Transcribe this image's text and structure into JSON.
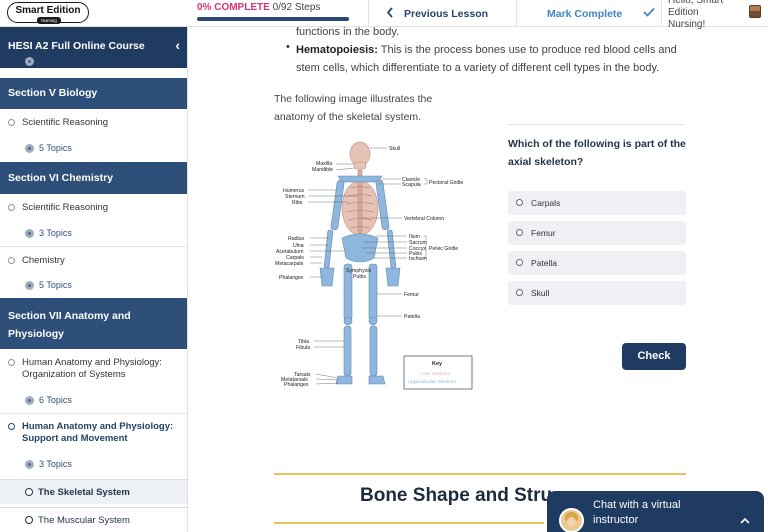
{
  "header": {
    "logo_title": "Smart Edition",
    "logo_sub": "Nursing",
    "progress_pct": "0% COMPLETE",
    "progress_steps": "0/92 Steps",
    "progress_value": 0,
    "prev_lesson": "Previous Lesson",
    "mark_complete": "Mark Complete",
    "greeting": "Hello, Smart Edition Nursing!"
  },
  "sidebar": {
    "course_title": "HESI A2 Full Online Course",
    "sections": [
      {
        "title": "Section V Biology",
        "lessons": [
          {
            "label": "Scientific Reasoning",
            "topics": "5 Topics"
          }
        ]
      },
      {
        "title": "Section VI Chemistry",
        "lessons": [
          {
            "label": "Scientific Reasoning",
            "topics": "3 Topics"
          },
          {
            "label": "Chemistry",
            "topics": "5 Topics"
          }
        ]
      },
      {
        "title": "Section VII Anatomy and Physiology",
        "lessons": [
          {
            "label": "Human Anatomy and Physiology: Organization of Systems",
            "topics": "6 Topics"
          },
          {
            "label": "Human Anatomy and Physiology: Support and Movement",
            "topics": "3 Topics"
          }
        ]
      }
    ],
    "subtopics": [
      {
        "label": "The Skeletal System"
      },
      {
        "label": "The Muscular System"
      }
    ]
  },
  "main": {
    "line1": "functions in the body.",
    "hema_label": "Hematopoiesis:",
    "hema_text_1": " This is the process bones use to produce red blood cells and",
    "hema_text_2": "stem cells, which differentiate to a variety of different cell types in the body.",
    "intro_1": "The following image illustrates the",
    "intro_2": "anatomy of the skeletal system.",
    "figure_labels": {
      "skull": "Skull",
      "maxilla": "Maxilla",
      "mandible": "Mandible",
      "clavicle": "Clavicle",
      "scapula": "Scapula",
      "pectoral": "Pectoral Girdle",
      "humerus": "Humerus",
      "sternum": "Sternum",
      "ribs": "Ribs",
      "vertebral": "Vertebral Column",
      "radius": "Radius",
      "ulna": "Ulna",
      "acetabulum": "Acetabulum",
      "carpals": "Carpals",
      "metacarpals": "Metacarpals",
      "phalanges_hand": "Phalanges",
      "ilium": "Ilium",
      "sacrum": "Sacrum",
      "coccyx": "Coccyx",
      "pubis": "Pubis",
      "ischium": "Ischium",
      "pelvic": "Pelvic Girdle",
      "symphysis_1": "Symphysis",
      "symphysis_2": "Pubis",
      "femur": "Femur",
      "patella": "Patella",
      "tibia": "Tibia",
      "fibula": "Fibula",
      "tarsals": "Tarsals",
      "metatarsals": "Metatarsals",
      "phalanges_foot": "Phalanges",
      "key_title": "Key",
      "key_axial": "Axial Skeleton",
      "key_appendicular": "Appendicular Skeleton"
    },
    "question": "Which of the following is part of the axial skeleton?",
    "options": [
      "Carpals",
      "Femur",
      "Patella",
      "Skull"
    ],
    "check_label": "Check",
    "section_heading": "Bone Shape and Stru"
  },
  "chat": {
    "label": "Chat with a virtual instructor"
  },
  "colors": {
    "navy": "#1f3b61",
    "section_blue": "#2d4f79",
    "accent_pink": "#d6337c",
    "link_blue": "#3f84c9",
    "gold": "#e8c25a",
    "axial_bone": "#e3b9ad",
    "appendicular_bone": "#8fb6dc"
  }
}
